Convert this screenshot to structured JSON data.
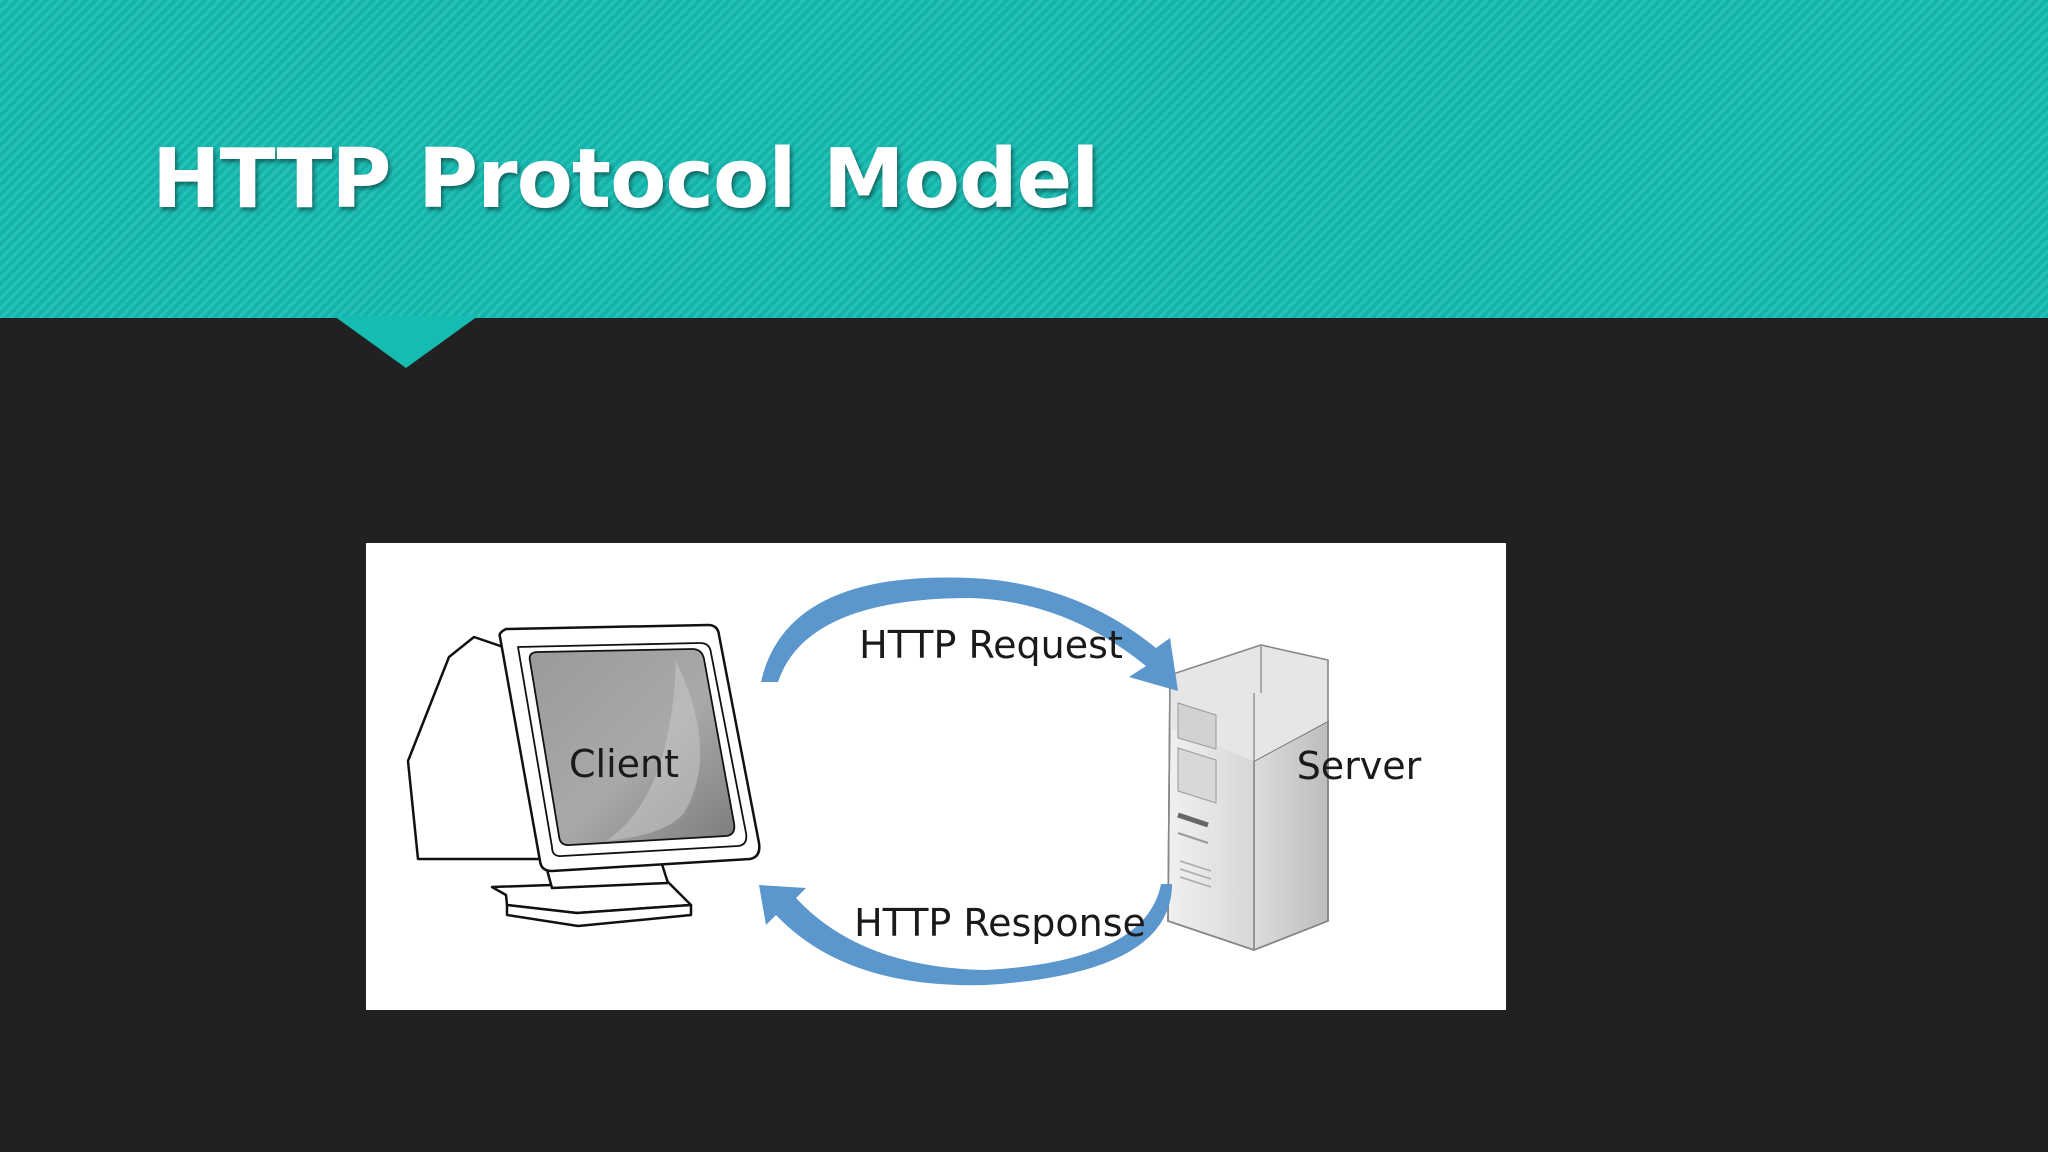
{
  "slide": {
    "title": "HTTP Protocol Model"
  },
  "diagram": {
    "client_label": "Client",
    "server_label": "Server",
    "request_label": "HTTP Request",
    "response_label": "HTTP Response",
    "arrow_color": "#5b96cc"
  },
  "colors": {
    "header": "#16bbb2",
    "background": "#212121"
  }
}
